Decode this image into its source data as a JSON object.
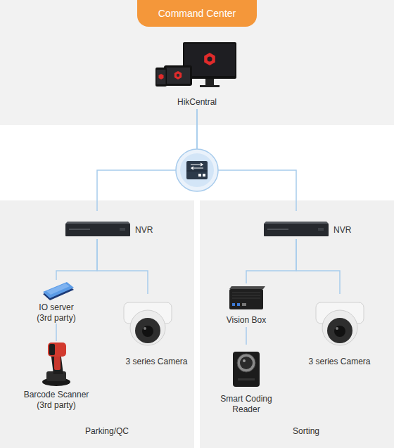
{
  "diagram": {
    "nodes": [
      {
        "text": [
          "Command Center"
        ]
      },
      {
        "text": [
          "HikCentral"
        ],
        "in": 0
      },
      {
        "text": [
          "Parking/QC"
        ]
      },
      {
        "text": [
          "NVR"
        ],
        "in": 2
      },
      {
        "text": [
          "IO server (3rd party)"
        ],
        "in": 2
      },
      {
        "text": [
          "Barcode Scanner (3rd party)"
        ],
        "in": 2
      },
      {
        "text": [
          "3 series Camera"
        ],
        "in": 2
      },
      {
        "text": [
          "Sorting"
        ]
      },
      {
        "text": [
          "NVR"
        ],
        "in": 7
      },
      {
        "text": [
          "Vision Box"
        ],
        "in": 7
      },
      {
        "text": [
          "Smart Coding Reader"
        ],
        "in": 7
      },
      {
        "text": [
          "3 series Camera"
        ],
        "in": 7
      }
    ],
    "edges": [
      {
        "from": 1,
        "to": 3,
        "arrow": "none"
      },
      {
        "from": 1,
        "to": 8,
        "arrow": "none"
      },
      {
        "from": 3,
        "to": 4,
        "arrow": "none"
      },
      {
        "from": 3,
        "to": 6,
        "arrow": "none"
      },
      {
        "from": 4,
        "to": 5,
        "arrow": "none"
      },
      {
        "from": 8,
        "to": 9,
        "arrow": "none"
      },
      {
        "from": 8,
        "to": 11,
        "arrow": "none"
      },
      {
        "from": 9,
        "to": 10,
        "arrow": "none"
      }
    ]
  }
}
